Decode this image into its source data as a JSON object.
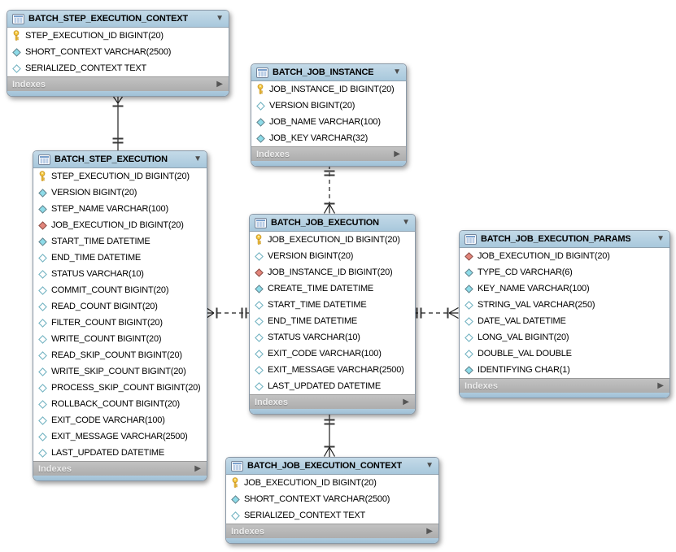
{
  "diagram": {
    "labels": {
      "indexes": "Indexes"
    },
    "icons": {
      "collapse": "▼",
      "expand": "▶"
    },
    "colors": {
      "header_blue": "#aecbde",
      "indexes_gray": "#b8b8b8",
      "primary_key_yellow": "#f6c93f",
      "notnull_cyan": "#8edbe8",
      "foreign_key_red": "#e2857b",
      "nullable_outline": "#74b4c2",
      "line": "#1f1f1f"
    },
    "tables": [
      {
        "title": "BATCH_STEP_EXECUTION_CONTEXT",
        "columns": [
          {
            "name": "STEP_EXECUTION_ID",
            "type": "BIGINT(20)",
            "icon": "primary-key"
          },
          {
            "name": "SHORT_CONTEXT",
            "type": "VARCHAR(2500)",
            "icon": "notnull-diamond"
          },
          {
            "name": "SERIALIZED_CONTEXT",
            "type": "TEXT",
            "icon": "nullable-diamond"
          }
        ]
      },
      {
        "title": "BATCH_JOB_INSTANCE",
        "columns": [
          {
            "name": "JOB_INSTANCE_ID",
            "type": "BIGINT(20)",
            "icon": "primary-key"
          },
          {
            "name": "VERSION",
            "type": "BIGINT(20)",
            "icon": "nullable-diamond"
          },
          {
            "name": "JOB_NAME",
            "type": "VARCHAR(100)",
            "icon": "notnull-diamond"
          },
          {
            "name": "JOB_KEY",
            "type": "VARCHAR(32)",
            "icon": "notnull-diamond"
          }
        ]
      },
      {
        "title": "BATCH_STEP_EXECUTION",
        "columns": [
          {
            "name": "STEP_EXECUTION_ID",
            "type": "BIGINT(20)",
            "icon": "primary-key"
          },
          {
            "name": "VERSION",
            "type": "BIGINT(20)",
            "icon": "notnull-diamond"
          },
          {
            "name": "STEP_NAME",
            "type": "VARCHAR(100)",
            "icon": "notnull-diamond"
          },
          {
            "name": "JOB_EXECUTION_ID",
            "type": "BIGINT(20)",
            "icon": "foreign-key-diamond"
          },
          {
            "name": "START_TIME",
            "type": "DATETIME",
            "icon": "notnull-diamond"
          },
          {
            "name": "END_TIME",
            "type": "DATETIME",
            "icon": "nullable-diamond"
          },
          {
            "name": "STATUS",
            "type": "VARCHAR(10)",
            "icon": "nullable-diamond"
          },
          {
            "name": "COMMIT_COUNT",
            "type": "BIGINT(20)",
            "icon": "nullable-diamond"
          },
          {
            "name": "READ_COUNT",
            "type": "BIGINT(20)",
            "icon": "nullable-diamond"
          },
          {
            "name": "FILTER_COUNT",
            "type": "BIGINT(20)",
            "icon": "nullable-diamond"
          },
          {
            "name": "WRITE_COUNT",
            "type": "BIGINT(20)",
            "icon": "nullable-diamond"
          },
          {
            "name": "READ_SKIP_COUNT",
            "type": "BIGINT(20)",
            "icon": "nullable-diamond"
          },
          {
            "name": "WRITE_SKIP_COUNT",
            "type": "BIGINT(20)",
            "icon": "nullable-diamond"
          },
          {
            "name": "PROCESS_SKIP_COUNT",
            "type": "BIGINT(20)",
            "icon": "nullable-diamond"
          },
          {
            "name": "ROLLBACK_COUNT",
            "type": "BIGINT(20)",
            "icon": "nullable-diamond"
          },
          {
            "name": "EXIT_CODE",
            "type": "VARCHAR(100)",
            "icon": "nullable-diamond"
          },
          {
            "name": "EXIT_MESSAGE",
            "type": "VARCHAR(2500)",
            "icon": "nullable-diamond"
          },
          {
            "name": "LAST_UPDATED",
            "type": "DATETIME",
            "icon": "nullable-diamond"
          }
        ]
      },
      {
        "title": "BATCH_JOB_EXECUTION",
        "columns": [
          {
            "name": "JOB_EXECUTION_ID",
            "type": "BIGINT(20)",
            "icon": "primary-key"
          },
          {
            "name": "VERSION",
            "type": "BIGINT(20)",
            "icon": "nullable-diamond"
          },
          {
            "name": "JOB_INSTANCE_ID",
            "type": "BIGINT(20)",
            "icon": "foreign-key-diamond"
          },
          {
            "name": "CREATE_TIME",
            "type": "DATETIME",
            "icon": "notnull-diamond"
          },
          {
            "name": "START_TIME",
            "type": "DATETIME",
            "icon": "nullable-diamond"
          },
          {
            "name": "END_TIME",
            "type": "DATETIME",
            "icon": "nullable-diamond"
          },
          {
            "name": "STATUS",
            "type": "VARCHAR(10)",
            "icon": "nullable-diamond"
          },
          {
            "name": "EXIT_CODE",
            "type": "VARCHAR(100)",
            "icon": "nullable-diamond"
          },
          {
            "name": "EXIT_MESSAGE",
            "type": "VARCHAR(2500)",
            "icon": "nullable-diamond"
          },
          {
            "name": "LAST_UPDATED",
            "type": "DATETIME",
            "icon": "nullable-diamond"
          }
        ]
      },
      {
        "title": "BATCH_JOB_EXECUTION_PARAMS",
        "columns": [
          {
            "name": "JOB_EXECUTION_ID",
            "type": "BIGINT(20)",
            "icon": "foreign-key-diamond"
          },
          {
            "name": "TYPE_CD",
            "type": "VARCHAR(6)",
            "icon": "notnull-diamond"
          },
          {
            "name": "KEY_NAME",
            "type": "VARCHAR(100)",
            "icon": "notnull-diamond"
          },
          {
            "name": "STRING_VAL",
            "type": "VARCHAR(250)",
            "icon": "nullable-diamond"
          },
          {
            "name": "DATE_VAL",
            "type": "DATETIME",
            "icon": "nullable-diamond"
          },
          {
            "name": "LONG_VAL",
            "type": "BIGINT(20)",
            "icon": "nullable-diamond"
          },
          {
            "name": "DOUBLE_VAL",
            "type": "DOUBLE",
            "icon": "nullable-diamond"
          },
          {
            "name": "IDENTIFYING",
            "type": "CHAR(1)",
            "icon": "notnull-diamond"
          }
        ]
      },
      {
        "title": "BATCH_JOB_EXECUTION_CONTEXT",
        "columns": [
          {
            "name": "JOB_EXECUTION_ID",
            "type": "BIGINT(20)",
            "icon": "primary-key"
          },
          {
            "name": "SHORT_CONTEXT",
            "type": "VARCHAR(2500)",
            "icon": "notnull-diamond"
          },
          {
            "name": "SERIALIZED_CONTEXT",
            "type": "TEXT",
            "icon": "nullable-diamond"
          }
        ]
      }
    ],
    "relationships": [
      {
        "from": "BATCH_STEP_EXECUTION_CONTEXT",
        "to": "BATCH_STEP_EXECUTION",
        "line": "solid",
        "cardinality": "many-to-one"
      },
      {
        "from": "BATCH_JOB_INSTANCE",
        "to": "BATCH_JOB_EXECUTION",
        "line": "dashed",
        "cardinality": "one-to-many"
      },
      {
        "from": "BATCH_STEP_EXECUTION",
        "to": "BATCH_JOB_EXECUTION",
        "line": "dashed",
        "cardinality": "many-to-one"
      },
      {
        "from": "BATCH_JOB_EXECUTION",
        "to": "BATCH_JOB_EXECUTION_PARAMS",
        "line": "dashed",
        "cardinality": "one-to-many"
      },
      {
        "from": "BATCH_JOB_EXECUTION",
        "to": "BATCH_JOB_EXECUTION_CONTEXT",
        "line": "solid",
        "cardinality": "one-to-many"
      }
    ]
  }
}
